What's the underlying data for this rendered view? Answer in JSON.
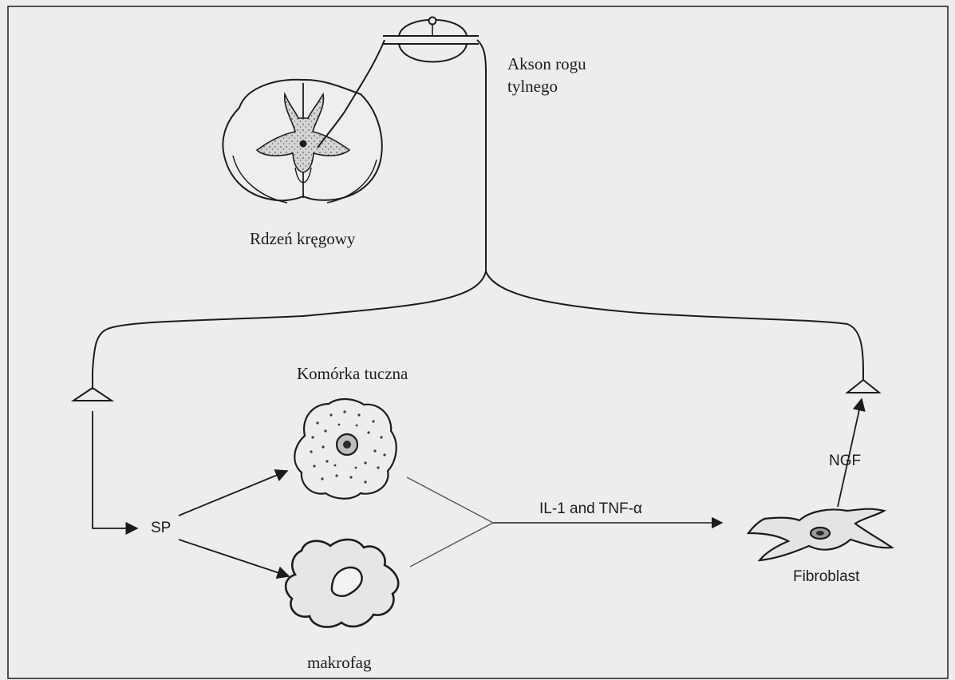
{
  "labels": {
    "axon_line1": "Akson rogu",
    "axon_line2": "tylnego",
    "spinal_cord": "Rdzeń kręgowy",
    "mast_cell": "Komórka tuczna",
    "sp": "SP",
    "macrophage": "makrofag",
    "il1_tnf": "IL-1 and TNF-α",
    "fibroblast": "Fibroblast",
    "ngf": "NGF"
  },
  "colors": {
    "background": "#eceeed",
    "ink": "#1c1c1c",
    "stipple": "#5a5a5a",
    "grey_matter": "#c8c8c8"
  }
}
